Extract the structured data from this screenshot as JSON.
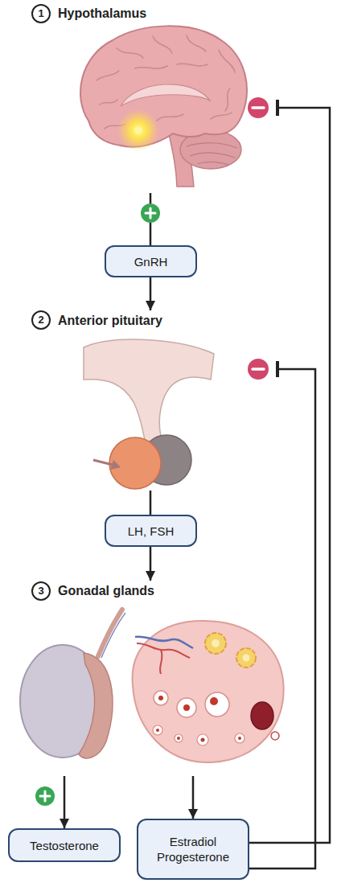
{
  "diagram": {
    "nodes": [
      {
        "text": [
          "Hypothalamus"
        ]
      },
      {
        "text": [
          "GnRH"
        ]
      },
      {
        "text": [
          "Anterior pituitary"
        ]
      },
      {
        "text": [
          "LH, FSH"
        ]
      },
      {
        "text": [
          "Gonadal glands"
        ]
      },
      {
        "text": [
          "Testosterone"
        ]
      },
      {
        "text": [
          "Estradiol Progesterone"
        ]
      }
    ],
    "edges": [
      {
        "from": 0,
        "to": 1,
        "arrow": "none"
      },
      {
        "from": 1,
        "to": 2,
        "arrow": "to"
      },
      {
        "from": 2,
        "to": 3,
        "arrow": "none"
      },
      {
        "from": 3,
        "to": 4,
        "arrow": "to"
      },
      {
        "from": 4,
        "to": 5,
        "arrow": "to"
      },
      {
        "from": 4,
        "to": 6,
        "arrow": "to"
      },
      {
        "from": 6,
        "to": 0,
        "arrow": "to"
      },
      {
        "from": 6,
        "to": 2,
        "arrow": "to"
      }
    ],
    "labels": [
      "1",
      "2",
      "3"
    ]
  }
}
